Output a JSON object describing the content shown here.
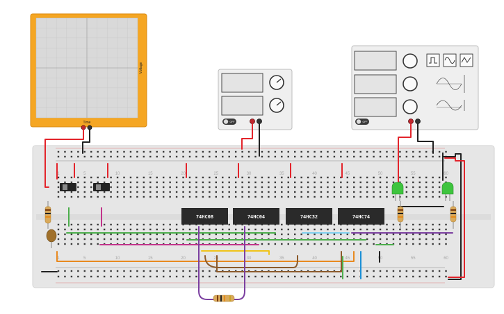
{
  "oscilloscope": {
    "y_axis_label": "Voltage",
    "x_axis_label": "Time"
  },
  "power_supply": {
    "off_label": "OFF"
  },
  "function_generator": {
    "off_label": "OFF",
    "waveforms": [
      "square-wave-icon",
      "sine-wave-icon",
      "triangle-wave-icon"
    ]
  },
  "chips": [
    {
      "label": "74HC08"
    },
    {
      "label": "74HC04"
    },
    {
      "label": "74HC32"
    },
    {
      "label": "74HC74"
    }
  ],
  "breadboard": {
    "column_numbers_top": [
      "1",
      "5",
      "10",
      "15",
      "20",
      "25",
      "30",
      "35",
      "40",
      "45",
      "50",
      "55",
      "60"
    ],
    "column_numbers_bottom": [
      "1",
      "5",
      "10",
      "15",
      "20",
      "25",
      "30",
      "35",
      "40",
      "45",
      "50",
      "55",
      "60"
    ]
  },
  "colors": {
    "red_wire": "#e3242b",
    "black_wire": "#222222",
    "green_wire": "#4cae4c",
    "magenta_wire": "#c2348b",
    "orange_wire": "#e8891f",
    "purple_wire": "#7b3fa0",
    "blue_wire": "#1a8fd6",
    "brown_wire": "#8b5a2b",
    "yellow_wire": "#f0c419",
    "scope_frame": "#f5a623",
    "led": "#3ec43e"
  }
}
